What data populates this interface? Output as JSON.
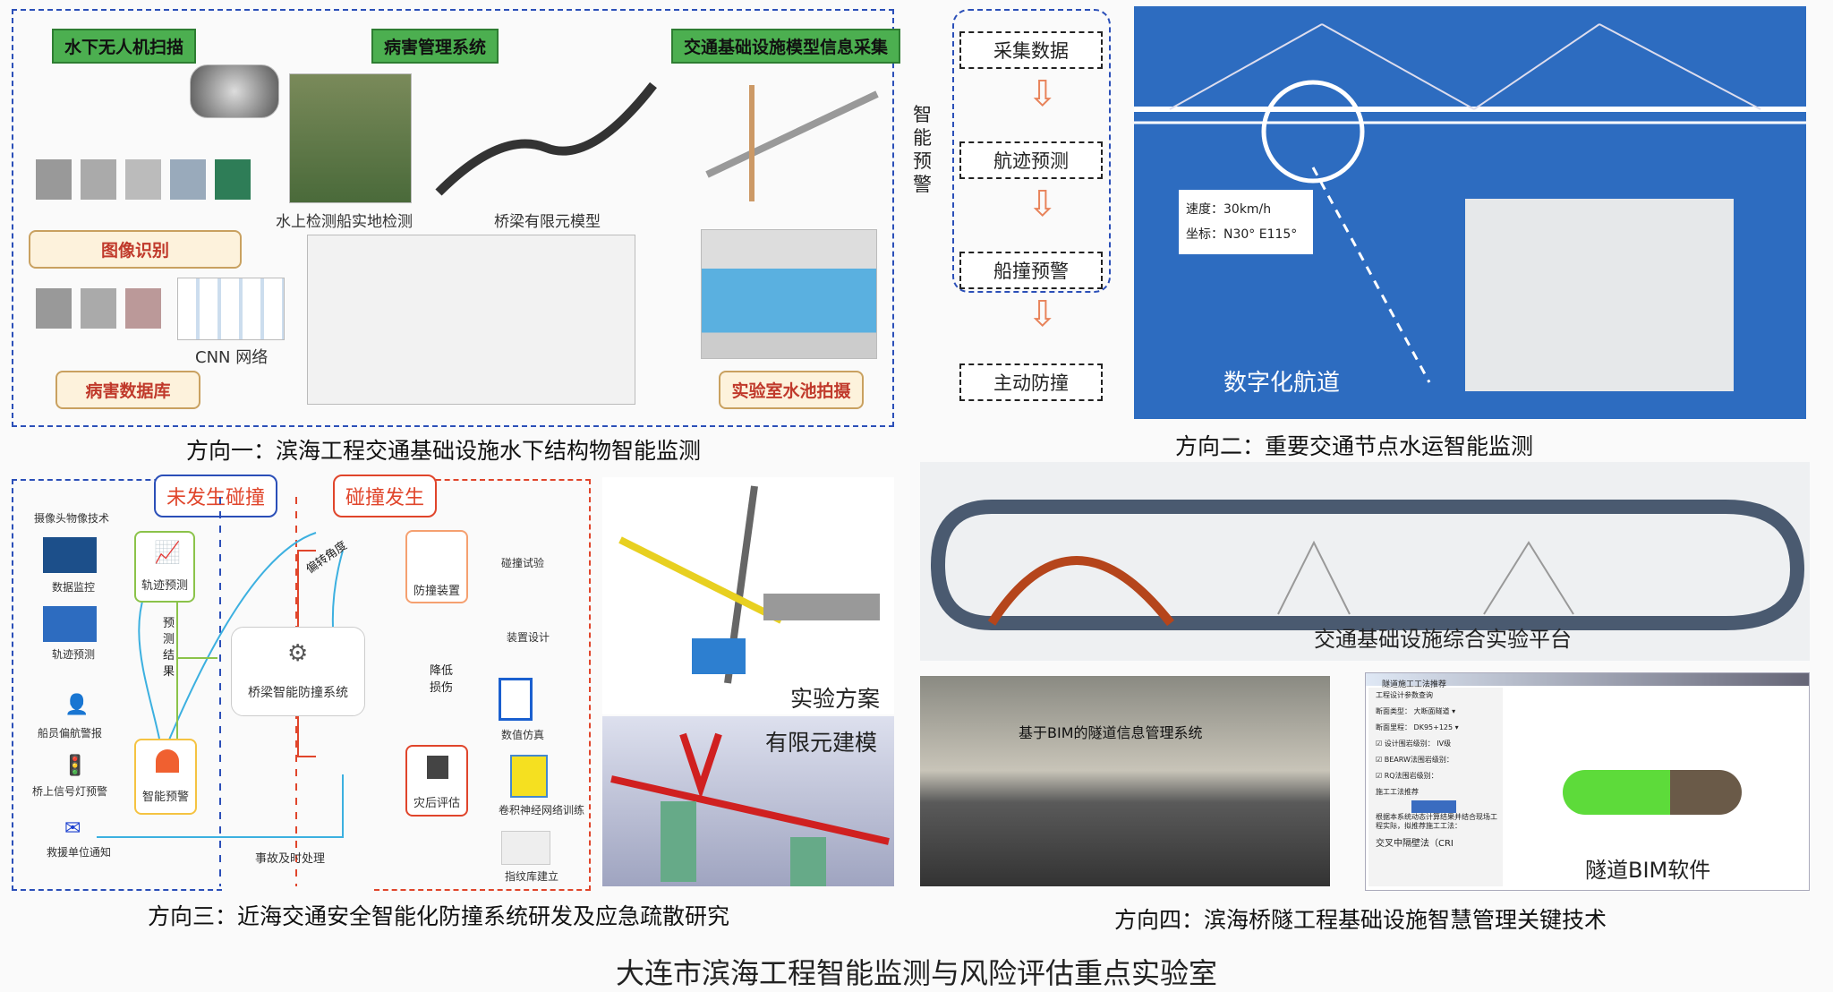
{
  "title": "大连市滨海工程智能监测与风险评估重点实验室",
  "panel1": {
    "caption": "方向一：滨海工程交通基础设施水下结构物智能监测",
    "tags": [
      "水下无人机扫描",
      "病害管理系统",
      "交通基础设施模型信息采集"
    ],
    "image_recognition": "图像识别",
    "disease_db": "病害数据库",
    "cnn": "CNN 网络",
    "ship_detect": "水上检测船实地检测",
    "fem_model": "桥梁有限元模型",
    "lab_pool": "实验室水池拍摄"
  },
  "panel2": {
    "caption": "方向二：重要交通节点水运智能监测",
    "flow": [
      "采集数据",
      "航迹预测",
      "船撞预警",
      "主动防撞"
    ],
    "side_label": "智能预警",
    "speed": "速度：30km/h",
    "coord": "坐标：N30°  E115°",
    "channel": "数字化航道"
  },
  "panel3": {
    "caption": "方向三：近海交通安全智能化防撞系统研发及应急疏散研究",
    "not_collided": "未发生碰撞",
    "collided": "碰撞发生",
    "left_items": [
      "摄像头物像技术",
      "数据监控",
      "轨迹预测",
      "船员偏航警报",
      "桥上信号灯预警",
      "救援单位通知"
    ],
    "traj_pred": "轨迹预测",
    "smart_warn": "智能预警",
    "pred_result": "预测结果",
    "system": "桥梁智能防撞系统",
    "deflect": "偏转角度",
    "device": "防撞装置",
    "reduce": "降低损伤",
    "assess": "灾后评估",
    "right_items": [
      "碰撞试验",
      "装置设计",
      "数值仿真",
      "卷积神经网络训练",
      "指纹库建立"
    ],
    "timely": "事故及时处理",
    "scheme": "实验方案",
    "fem": "有限元建模"
  },
  "panel4": {
    "caption": "方向四：滨海桥隧工程基础设施智慧管理关键技术",
    "platform": "交通基础设施综合实验平台",
    "tunnel_sys": "基于BIM的隧道信息管理系统",
    "bim": "隧道BIM软件",
    "win_title": "隧道施工工法推荐",
    "win_group": "工程设计参数查询",
    "win_fields": [
      {
        "label": "断面类型：",
        "value": "大断面隧道"
      },
      {
        "label": "断面里程：",
        "value": "DK95+125"
      }
    ],
    "win_checks": [
      "设计围岩级别：",
      "BEARW法围岩级别：",
      "RQ法围岩级别：",
      "IV级"
    ],
    "win_rec": "施工工法推荐",
    "win_desc": "根据本系统动态计算结果并结合现场工程实际，拟推荐施工工法：",
    "win_method": "交叉中隔壁法（CRI"
  },
  "colors": {
    "blue": "#2b4fb8",
    "green": "#4caf50",
    "red": "#e0452b",
    "sky": "#2d6cc0"
  }
}
